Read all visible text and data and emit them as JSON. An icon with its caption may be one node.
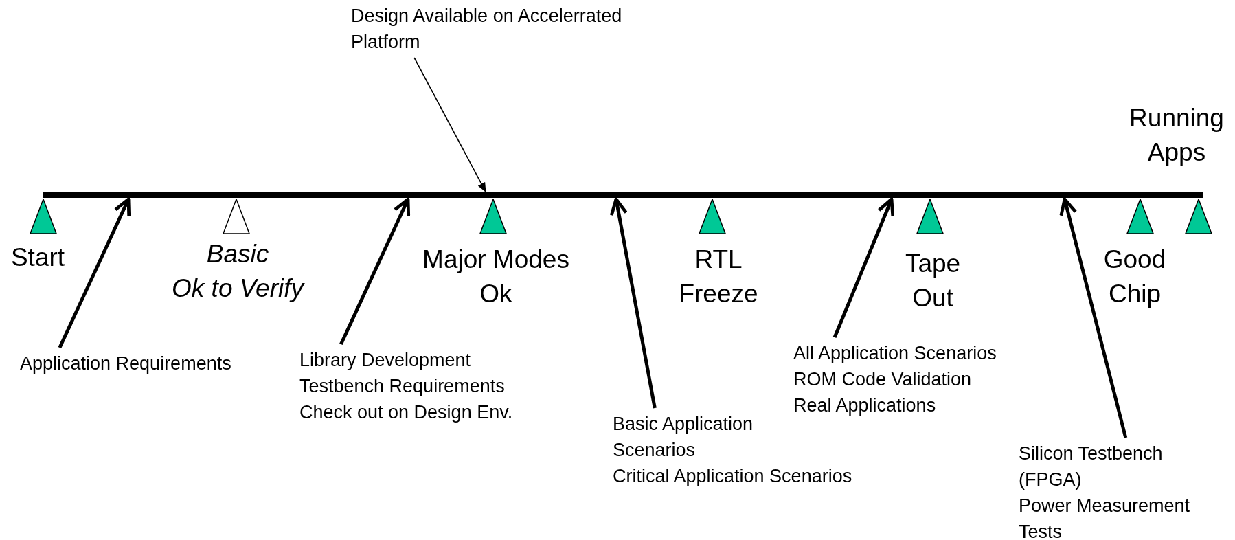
{
  "diagram": {
    "nodes": [
      {
        "text": [],
        "shape": "bar"
      },
      {
        "text": [
          "Design Available on Accelerrated Platform"
        ]
      },
      {
        "text": [
          "Application Requirements"
        ]
      },
      {
        "text": [
          "Library Development",
          "Testbench Requirements",
          "Check out on Design Env."
        ]
      },
      {
        "text": [
          "Basic Application Scenarios",
          "Critical Application Scenarios"
        ]
      },
      {
        "text": [
          "All Application Scenarios",
          "ROM Code Validation",
          "Real Applications"
        ]
      },
      {
        "text": [
          "Silicon Testbench (FPGA)",
          "Power Measurement Tests"
        ]
      }
    ],
    "edges": [
      {
        "from": 1,
        "to": 0,
        "arrow": "to"
      },
      {
        "from": 2,
        "to": 0,
        "arrow": "to"
      },
      {
        "from": 3,
        "to": 0,
        "arrow": "to"
      },
      {
        "from": 4,
        "to": 0,
        "arrow": "to"
      },
      {
        "from": 5,
        "to": 0,
        "arrow": "to"
      },
      {
        "from": 6,
        "to": 0,
        "arrow": "to"
      }
    ],
    "labels": [
      "Start",
      "Basic Ok to Verify",
      "Major Modes Ok",
      "RTL Freeze",
      "Tape Out",
      "Good Chip",
      "Running Apps"
    ]
  }
}
